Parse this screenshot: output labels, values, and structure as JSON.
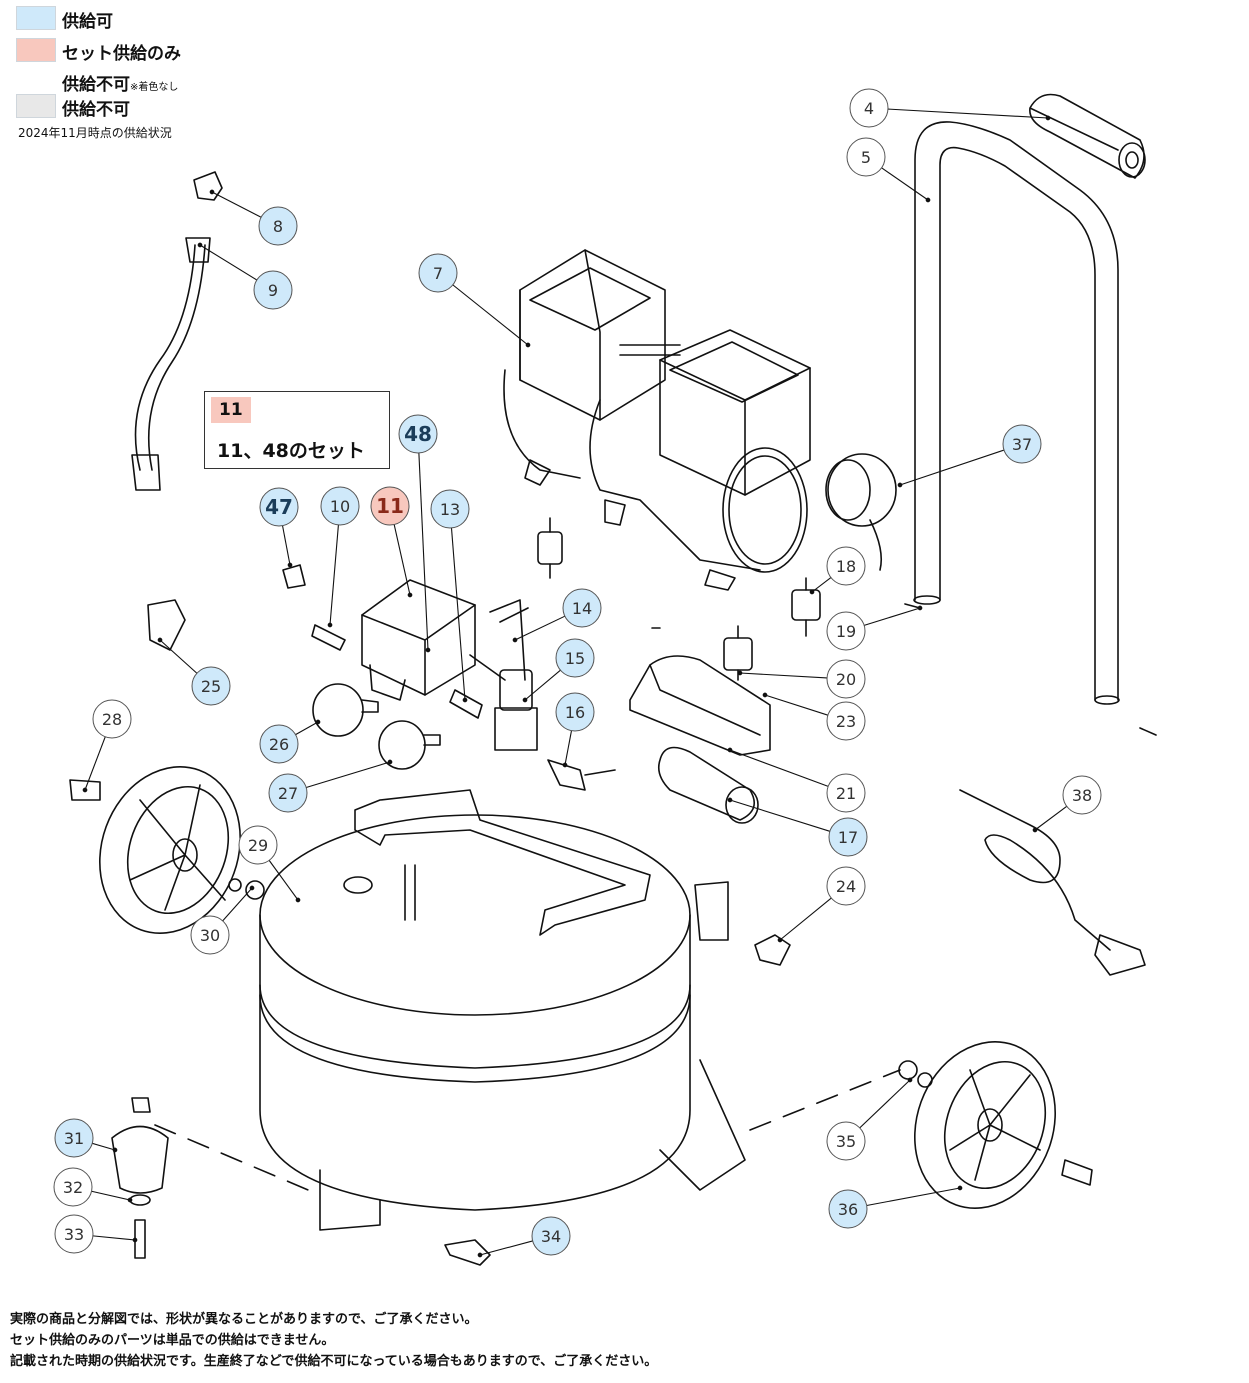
{
  "legend": {
    "items": [
      {
        "label": "供給可",
        "note": "",
        "color": "#cfe9fa"
      },
      {
        "label": "セット供給のみ",
        "note": "",
        "color": "#f8c8be"
      },
      {
        "label": "供給不可",
        "note": "※着色なし",
        "color": "#ffffff"
      },
      {
        "label": "供給不可",
        "note": "",
        "color": "#e8e8e8"
      }
    ],
    "date_note": "2024年11月時点の供給状況"
  },
  "set_box": {
    "part_number": "11",
    "description": "11、48のセット"
  },
  "parts": [
    {
      "number": "4",
      "status": "none"
    },
    {
      "number": "5",
      "status": "none"
    },
    {
      "number": "7",
      "status": "available"
    },
    {
      "number": "8",
      "status": "available"
    },
    {
      "number": "9",
      "status": "available"
    },
    {
      "number": "10",
      "status": "available"
    },
    {
      "number": "11",
      "status": "set"
    },
    {
      "number": "13",
      "status": "available"
    },
    {
      "number": "14",
      "status": "available"
    },
    {
      "number": "15",
      "status": "available"
    },
    {
      "number": "16",
      "status": "available"
    },
    {
      "number": "17",
      "status": "available"
    },
    {
      "number": "18",
      "status": "none"
    },
    {
      "number": "19",
      "status": "none"
    },
    {
      "number": "20",
      "status": "none"
    },
    {
      "number": "21",
      "status": "none"
    },
    {
      "number": "23",
      "status": "none"
    },
    {
      "number": "24",
      "status": "none"
    },
    {
      "number": "25",
      "status": "available"
    },
    {
      "number": "26",
      "status": "available"
    },
    {
      "number": "27",
      "status": "available"
    },
    {
      "number": "28",
      "status": "none"
    },
    {
      "number": "29",
      "status": "none"
    },
    {
      "number": "30",
      "status": "none"
    },
    {
      "number": "31",
      "status": "available"
    },
    {
      "number": "32",
      "status": "none"
    },
    {
      "number": "33",
      "status": "none"
    },
    {
      "number": "34",
      "status": "available"
    },
    {
      "number": "35",
      "status": "none"
    },
    {
      "number": "36",
      "status": "available"
    },
    {
      "number": "37",
      "status": "available"
    },
    {
      "number": "38",
      "status": "none"
    },
    {
      "number": "47",
      "status": "available"
    },
    {
      "number": "48",
      "status": "available"
    }
  ],
  "footer": {
    "lines": [
      "実際の商品と分解図では、形状が異なることがありますので、ご了承ください。",
      "セット供給のみのパーツは単品での供給はできません。",
      "記載された時期の供給状況です。生産終了などで供給不可になっている場合もありますので、ご了承ください。"
    ]
  }
}
